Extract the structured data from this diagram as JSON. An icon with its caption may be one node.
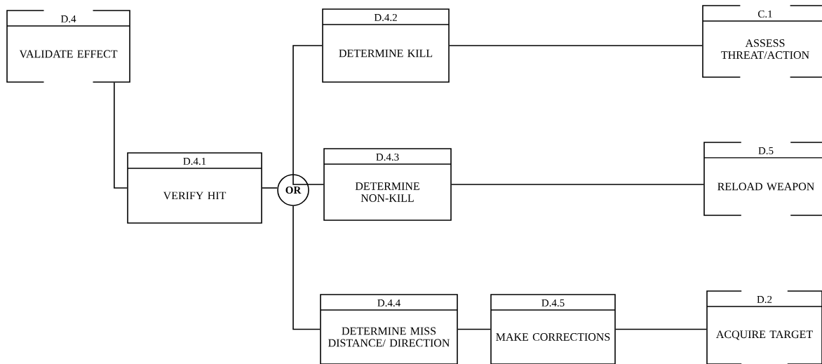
{
  "diagram": {
    "nodes": [
      {
        "text": [
          "D.4",
          "VALIDATE EFFECT"
        ]
      },
      {
        "text": [
          "D.4.1",
          "VERIFY HIT"
        ]
      },
      {
        "text": [
          "OR"
        ]
      },
      {
        "text": [
          "D.4.2",
          "DETERMINE KILL"
        ]
      },
      {
        "text": [
          "C.1",
          "ASSESS THREAT/ACTION"
        ]
      },
      {
        "text": [
          "D.4.3",
          "DETERMINE NON-KILL"
        ]
      },
      {
        "text": [
          "D.5",
          "RELOAD WEAPON"
        ]
      },
      {
        "text": [
          "D.4.4",
          "DETERMINE MISS DISTANCE/ DIRECTION"
        ]
      },
      {
        "text": [
          "D.4.5",
          "MAKE CORRECTIONS"
        ]
      },
      {
        "text": [
          "D.2",
          "ACQUIRE TARGET"
        ]
      }
    ],
    "edges": [
      {
        "from": 0,
        "to": 1,
        "arrow": "none"
      },
      {
        "from": 1,
        "to": 2,
        "arrow": "none"
      },
      {
        "from": 2,
        "to": 3,
        "arrow": "none"
      },
      {
        "from": 2,
        "to": 5,
        "arrow": "none"
      },
      {
        "from": 2,
        "to": 7,
        "arrow": "none"
      },
      {
        "from": 3,
        "to": 4,
        "arrow": "none"
      },
      {
        "from": 5,
        "to": 6,
        "arrow": "none"
      },
      {
        "from": 7,
        "to": 8,
        "arrow": "none"
      },
      {
        "from": 8,
        "to": 9,
        "arrow": "none"
      }
    ]
  }
}
